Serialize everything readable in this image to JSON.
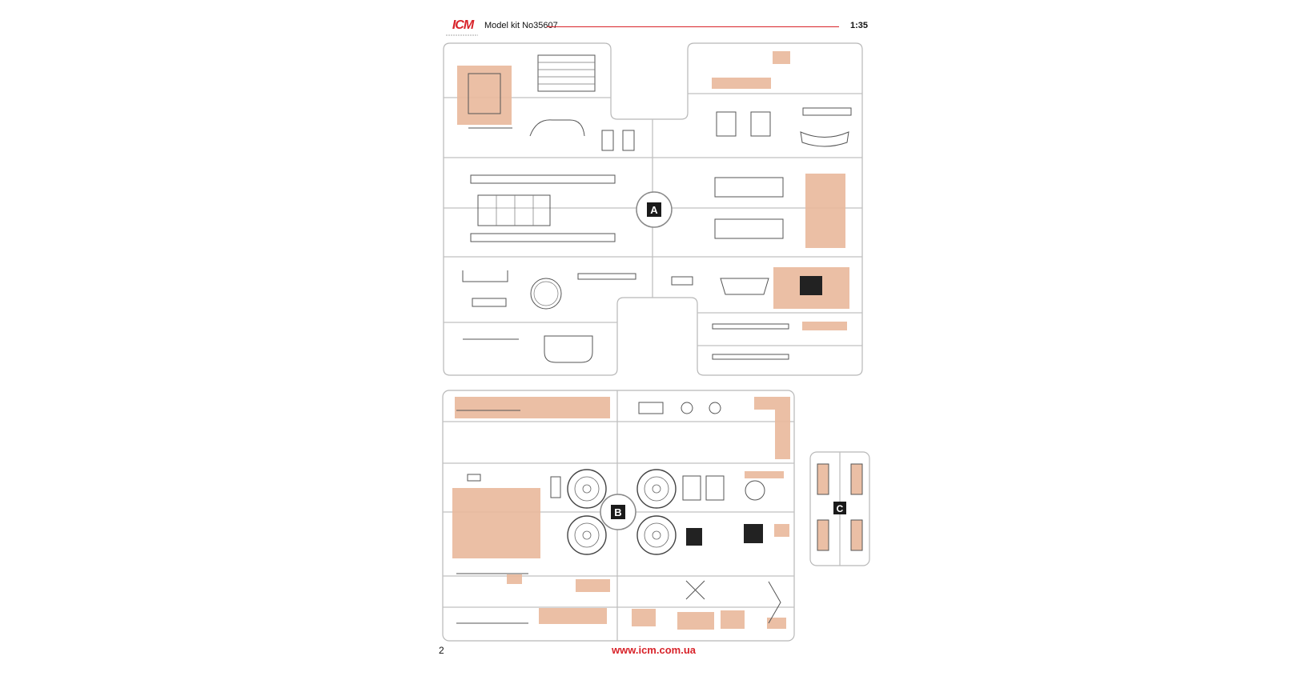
{
  "header": {
    "brand": "ICM",
    "kit_label": "Model kit No35607",
    "scale": "1:35"
  },
  "sprues": [
    {
      "letter": "A"
    },
    {
      "letter": "B"
    },
    {
      "letter": "C"
    }
  ],
  "footer": {
    "page_number": "2",
    "website": "www.icm.com.ua"
  },
  "colors": {
    "brand_red": "#d8232a",
    "highlight": "#e9b89b",
    "frame": "#b8b8b8"
  }
}
